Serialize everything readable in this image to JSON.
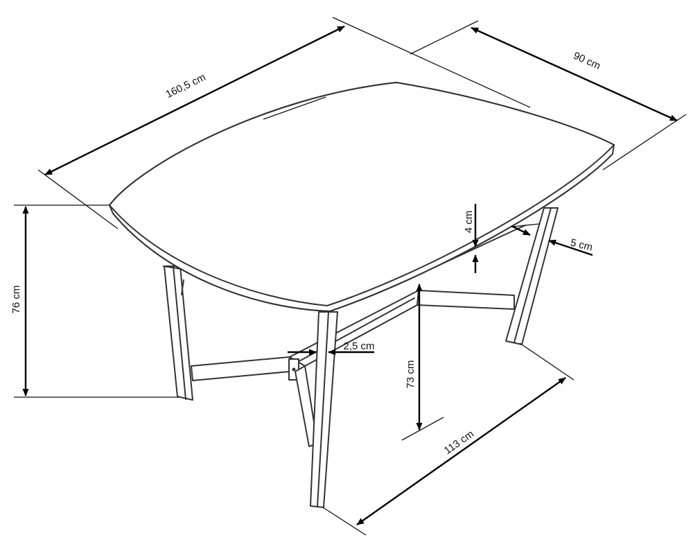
{
  "dimensions": {
    "length": "160,5 cm",
    "depth": "90 cm",
    "height_total": "76 cm",
    "top_thickness": "4 cm",
    "apron_width": "5 cm",
    "leg_thickness": "2,5 cm",
    "clear_height": "73 cm",
    "base_length": "113 cm"
  }
}
